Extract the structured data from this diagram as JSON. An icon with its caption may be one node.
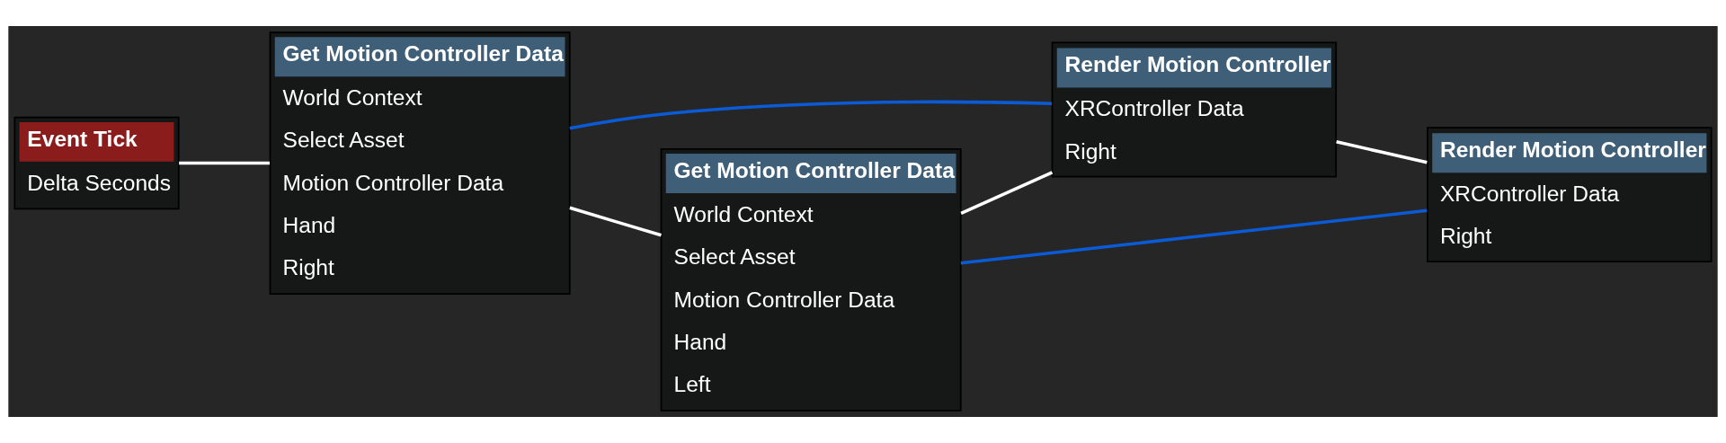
{
  "diagram": {
    "nodes": [
      {
        "text": [
          "Event Tick",
          "Delta Seconds"
        ]
      },
      {
        "text": [
          "Get Motion Controller Data",
          "World Context",
          "Select Asset",
          "Motion Controller Data",
          "Hand",
          "Right"
        ]
      },
      {
        "text": [
          "Get Motion Controller Data",
          "World Context",
          "Select Asset",
          "Motion Controller Data",
          "Hand",
          "Left"
        ]
      },
      {
        "text": [
          "Render Motion Controller",
          "XRController Data",
          "Right"
        ]
      },
      {
        "text": [
          "Render Motion Controller",
          "XRController Data",
          "Right"
        ]
      }
    ],
    "edges": [
      {
        "from": 0,
        "to": 1,
        "arrow": "none"
      },
      {
        "from": 1,
        "to": 2,
        "arrow": "none"
      },
      {
        "from": 2,
        "to": 3,
        "arrow": "none"
      },
      {
        "from": 1,
        "to": 3,
        "arrow": "none",
        "color": "#0b5ad6"
      },
      {
        "from": 3,
        "to": 4,
        "arrow": "none"
      },
      {
        "from": 2,
        "to": 4,
        "arrow": "none",
        "color": "#0b5ad6"
      }
    ]
  }
}
